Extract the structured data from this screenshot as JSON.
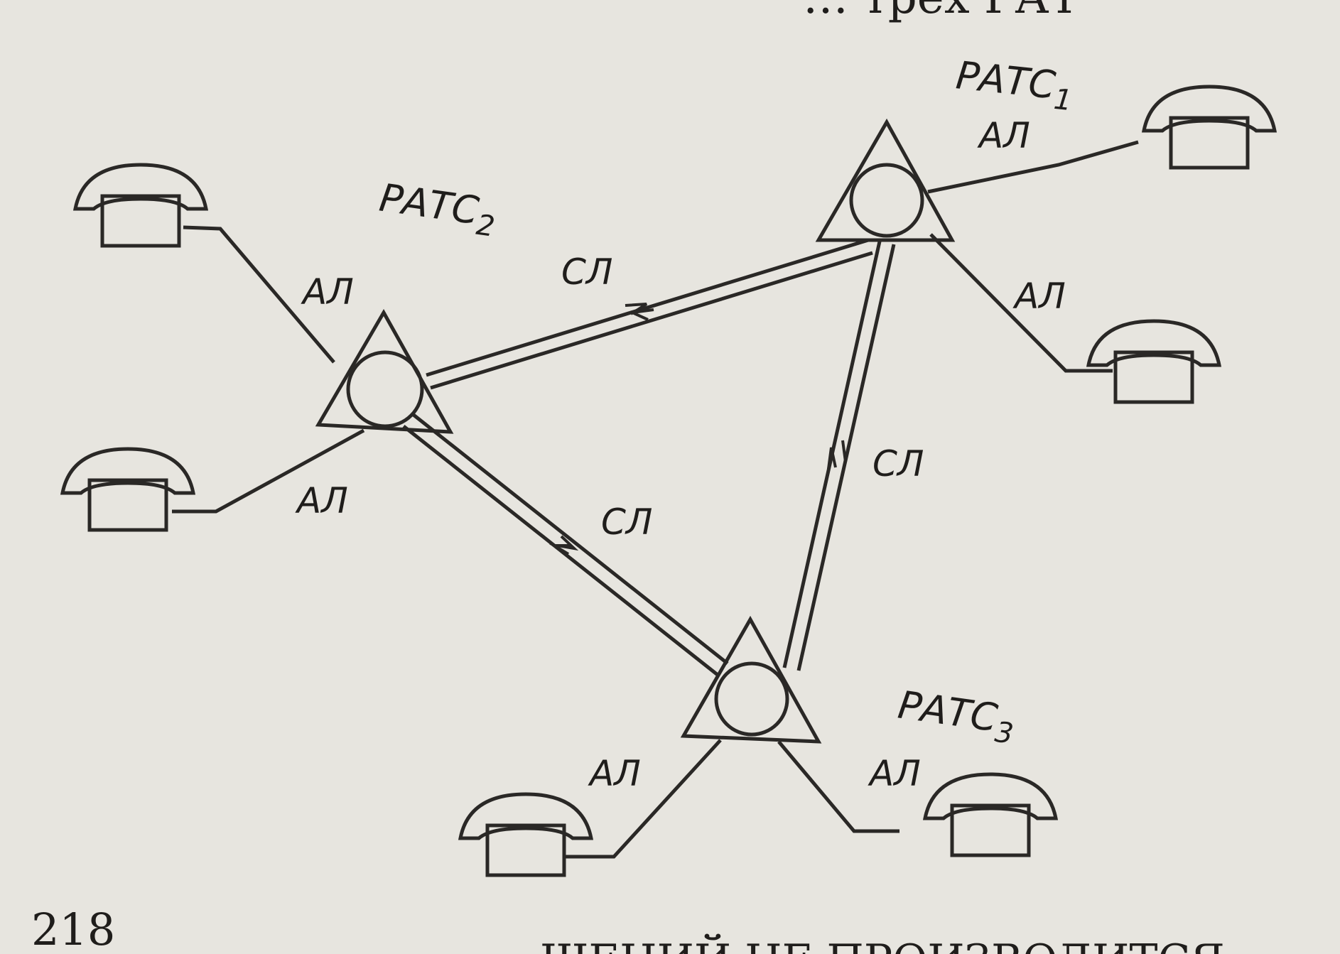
{
  "header_text": "… трех РАТ",
  "page_number": "218",
  "bottom_text": "ЩЕНИЙ НЕ ПРОИЗВОДИТСЯ",
  "stations": [
    {
      "name": "РАТС",
      "index": "1"
    },
    {
      "name": "РАТС",
      "index": "2"
    },
    {
      "name": "РАТС",
      "index": "3"
    }
  ],
  "subscriber_line_label": "АЛ",
  "trunk_line_label": "СЛ",
  "colors": {
    "ink": "#2a2826",
    "paper": "#e7e5df"
  }
}
